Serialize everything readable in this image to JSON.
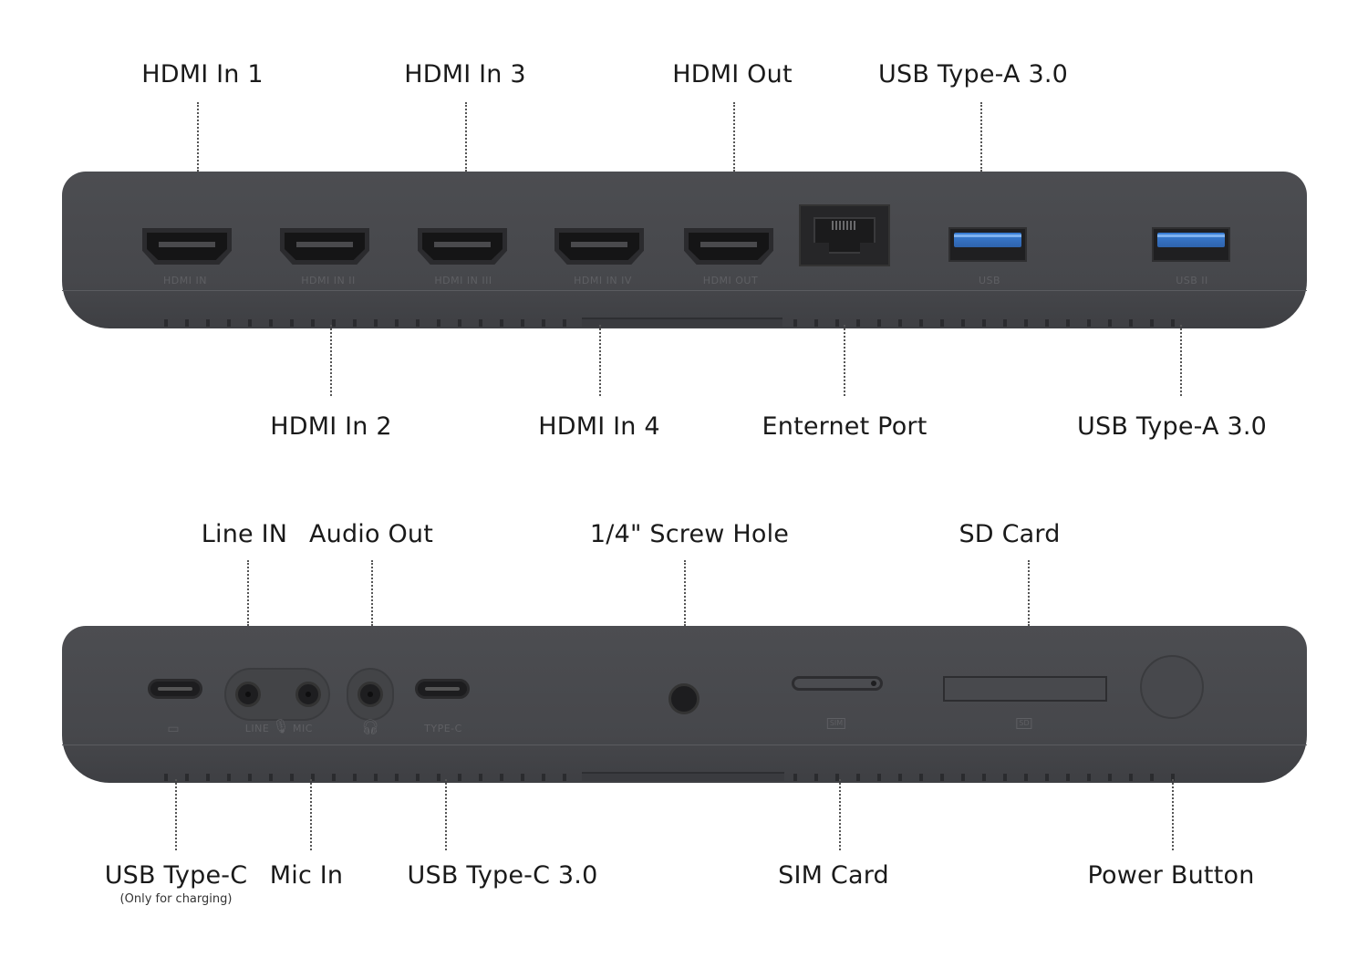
{
  "top_view": {
    "callouts_above": [
      {
        "id": "hdmi-in-1",
        "label": "HDMI In 1"
      },
      {
        "id": "hdmi-in-3",
        "label": "HDMI In 3"
      },
      {
        "id": "hdmi-out",
        "label": "HDMI Out"
      },
      {
        "id": "usb-a-1",
        "label": "USB Type-A 3.0"
      }
    ],
    "callouts_below": [
      {
        "id": "hdmi-in-2",
        "label": "HDMI In 2"
      },
      {
        "id": "hdmi-in-4",
        "label": "HDMI In 4"
      },
      {
        "id": "ethernet",
        "label": "Enternet Port"
      },
      {
        "id": "usb-a-2",
        "label": "USB Type-A 3.0"
      }
    ],
    "port_labels": [
      "HDMI IN",
      "HDMI IN II",
      "HDMI IN III",
      "HDMI IN IV",
      "HDMI OUT",
      "USB",
      "USB II"
    ]
  },
  "bottom_view": {
    "callouts_above": [
      {
        "id": "line-in",
        "label": "Line IN"
      },
      {
        "id": "audio-out",
        "label": "Audio Out"
      },
      {
        "id": "screw-hole",
        "label": "1/4\" Screw Hole"
      },
      {
        "id": "sd-card",
        "label": "SD Card"
      }
    ],
    "callouts_below": [
      {
        "id": "usb-c-charge",
        "label": "USB Type-C",
        "note": "(Only for charging)"
      },
      {
        "id": "mic-in",
        "label": "Mic In"
      },
      {
        "id": "usb-c-3",
        "label": "USB Type-C 3.0"
      },
      {
        "id": "sim-card",
        "label": "SIM Card"
      },
      {
        "id": "power-button",
        "label": "Power Button"
      }
    ],
    "port_labels": {
      "line": "LINE",
      "mic": "MIC",
      "typec": "TYPE-C",
      "sim": "SIM",
      "sd": "SD"
    }
  },
  "colors": {
    "device": "#46474b",
    "usb_blue": "#3a7fd6",
    "label_text": "#1a1a1a"
  },
  "icons": [
    "battery-icon",
    "microphone-icon",
    "headphone-icon",
    "sim-icon",
    "sd-icon"
  ]
}
